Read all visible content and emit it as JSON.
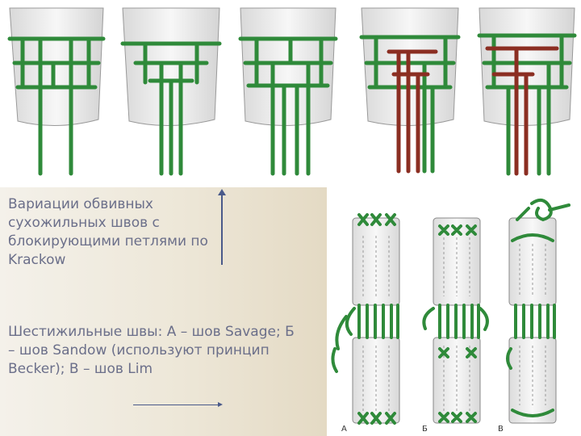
{
  "captions": {
    "krackow": "Вариации обвивных сухожильных швов с блокирующими петлями по Krackow",
    "six_strand": "Шестижильные швы: А – шов Savage; Б – шов Sandow (используют принцип Becker); В – шов Lim"
  },
  "panel_labels": {
    "a": "А",
    "b": "Б",
    "v": "В"
  },
  "colors": {
    "suture": "#2f8a3a",
    "suture_dark": "#1a5c25",
    "locking": "#8b2e22",
    "tendon": "#f2f2f2",
    "text": "#6b6f8a"
  }
}
